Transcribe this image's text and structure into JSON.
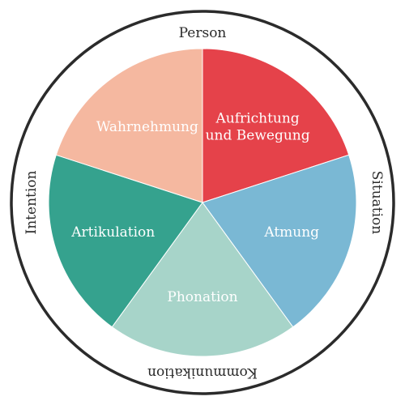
{
  "ring": {
    "top": "Person",
    "right": "Situation",
    "bottom": "Kommunikation",
    "left": "Intention"
  },
  "segments": [
    {
      "key": "aufrichtung",
      "lines": [
        "Aufrichtung",
        "und Bewegung"
      ],
      "color": "#e5424a"
    },
    {
      "key": "atmung",
      "lines": [
        "Atmung"
      ],
      "color": "#7ab8d4"
    },
    {
      "key": "phonation",
      "lines": [
        "Phonation"
      ],
      "color": "#a7d4c9"
    },
    {
      "key": "artikulation",
      "lines": [
        "Artikulation"
      ],
      "color": "#35a28e"
    },
    {
      "key": "wahrnehmung",
      "lines": [
        "Wahrnehmung"
      ],
      "color": "#f5b8a0"
    }
  ],
  "colors": {
    "ring_stroke": "#2b2b2b",
    "segment_stroke": "#ffffff",
    "text_on_segment": "#ffffff"
  }
}
